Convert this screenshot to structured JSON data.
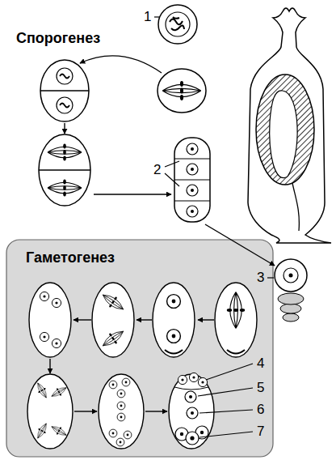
{
  "diagram": {
    "nodes": [
      {
        "text": [
          "Гаметогенез"
        ]
      }
    ],
    "labels": [
      "1",
      "Спорогенез",
      "2",
      "3",
      "4",
      "5",
      "6",
      "7"
    ]
  }
}
